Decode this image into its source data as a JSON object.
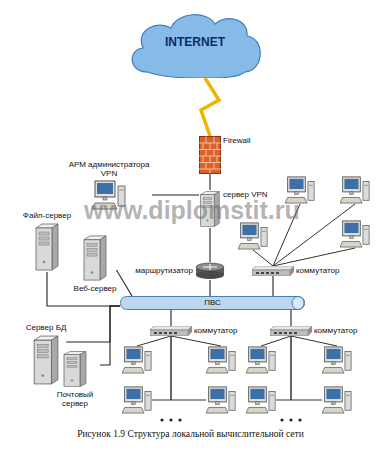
{
  "diagram": {
    "caption": "Рисунок 1.9 Структура локальной вычислительной сети",
    "nodes": [
      {
        "text": [
          "INTERNET"
        ]
      },
      {
        "text": [
          "Firewall"
        ]
      },
      {
        "text": [
          "АРМ администратора VPN"
        ]
      },
      {
        "text": [
          "сервер VPN"
        ]
      },
      {
        "text": [
          "Файл-сервер"
        ]
      },
      {
        "text": [
          "маршрутизатор"
        ]
      },
      {
        "text": [
          "Веб-сервер"
        ]
      },
      {
        "text": [
          "коммутатор"
        ]
      },
      {
        "text": [
          "ПВС"
        ]
      },
      {
        "text": [
          "Сервер БД"
        ]
      },
      {
        "text": [
          "коммутатор"
        ]
      },
      {
        "text": [
          "коммутатор"
        ]
      },
      {
        "text": [
          "Почтовый сервер"
        ]
      }
    ],
    "edges": [
      {
        "from": 0,
        "to": 1,
        "arrow": "none"
      },
      {
        "from": 1,
        "to": 3,
        "arrow": "none"
      },
      {
        "from": 2,
        "to": 3,
        "arrow": "none"
      },
      {
        "from": 3,
        "to": 5,
        "arrow": "none"
      },
      {
        "from": 5,
        "to": 8,
        "arrow": "none"
      },
      {
        "from": 4,
        "to": 8,
        "arrow": "none"
      },
      {
        "from": 6,
        "to": 8,
        "arrow": "none"
      },
      {
        "from": 7,
        "to": 8,
        "arrow": "none"
      },
      {
        "from": 9,
        "to": 8,
        "arrow": "none"
      },
      {
        "from": 12,
        "to": 8,
        "arrow": "none"
      },
      {
        "from": 8,
        "to": 10,
        "arrow": "none"
      },
      {
        "from": 8,
        "to": 11,
        "arrow": "none"
      }
    ],
    "labels": [
      "www.diplomstit.ru"
    ]
  }
}
